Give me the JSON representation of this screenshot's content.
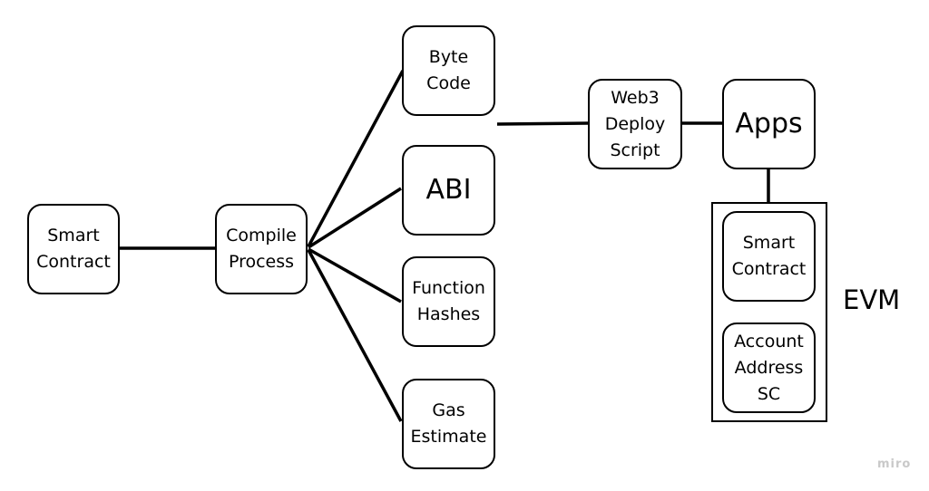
{
  "nodes": {
    "smart_contract": "Smart\nContract",
    "compile_process": "Compile\nProcess",
    "byte_code": "Byte\nCode",
    "abi": "ABI",
    "function_hashes": "Function\nHashes",
    "gas_estimate": "Gas\nEstimate",
    "web3_deploy_script": "Web3\nDeploy\nScript",
    "apps": "Apps",
    "evm_smart_contract": "Smart\nContract",
    "account_address_sc": "Account\nAddress\nSC"
  },
  "container_label": "EVM",
  "watermark": "miro"
}
